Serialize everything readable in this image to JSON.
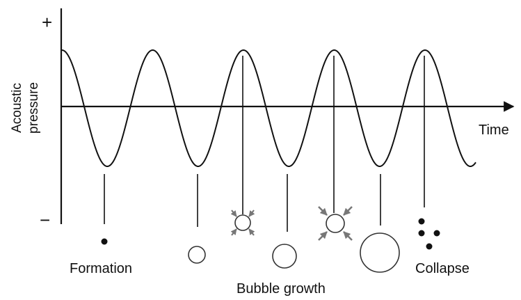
{
  "axis": {
    "y_label_line1": "Acoustic",
    "y_label_line2": "pressure",
    "x_label": "Time",
    "plus": "+",
    "minus": "−"
  },
  "stages": {
    "formation": "Formation",
    "growth": "Bubble growth",
    "collapse": "Collapse"
  },
  "colors": {
    "stroke": "#111111",
    "bubble_stroke": "#333333",
    "arrow": "#777777",
    "background": "#ffffff"
  }
}
